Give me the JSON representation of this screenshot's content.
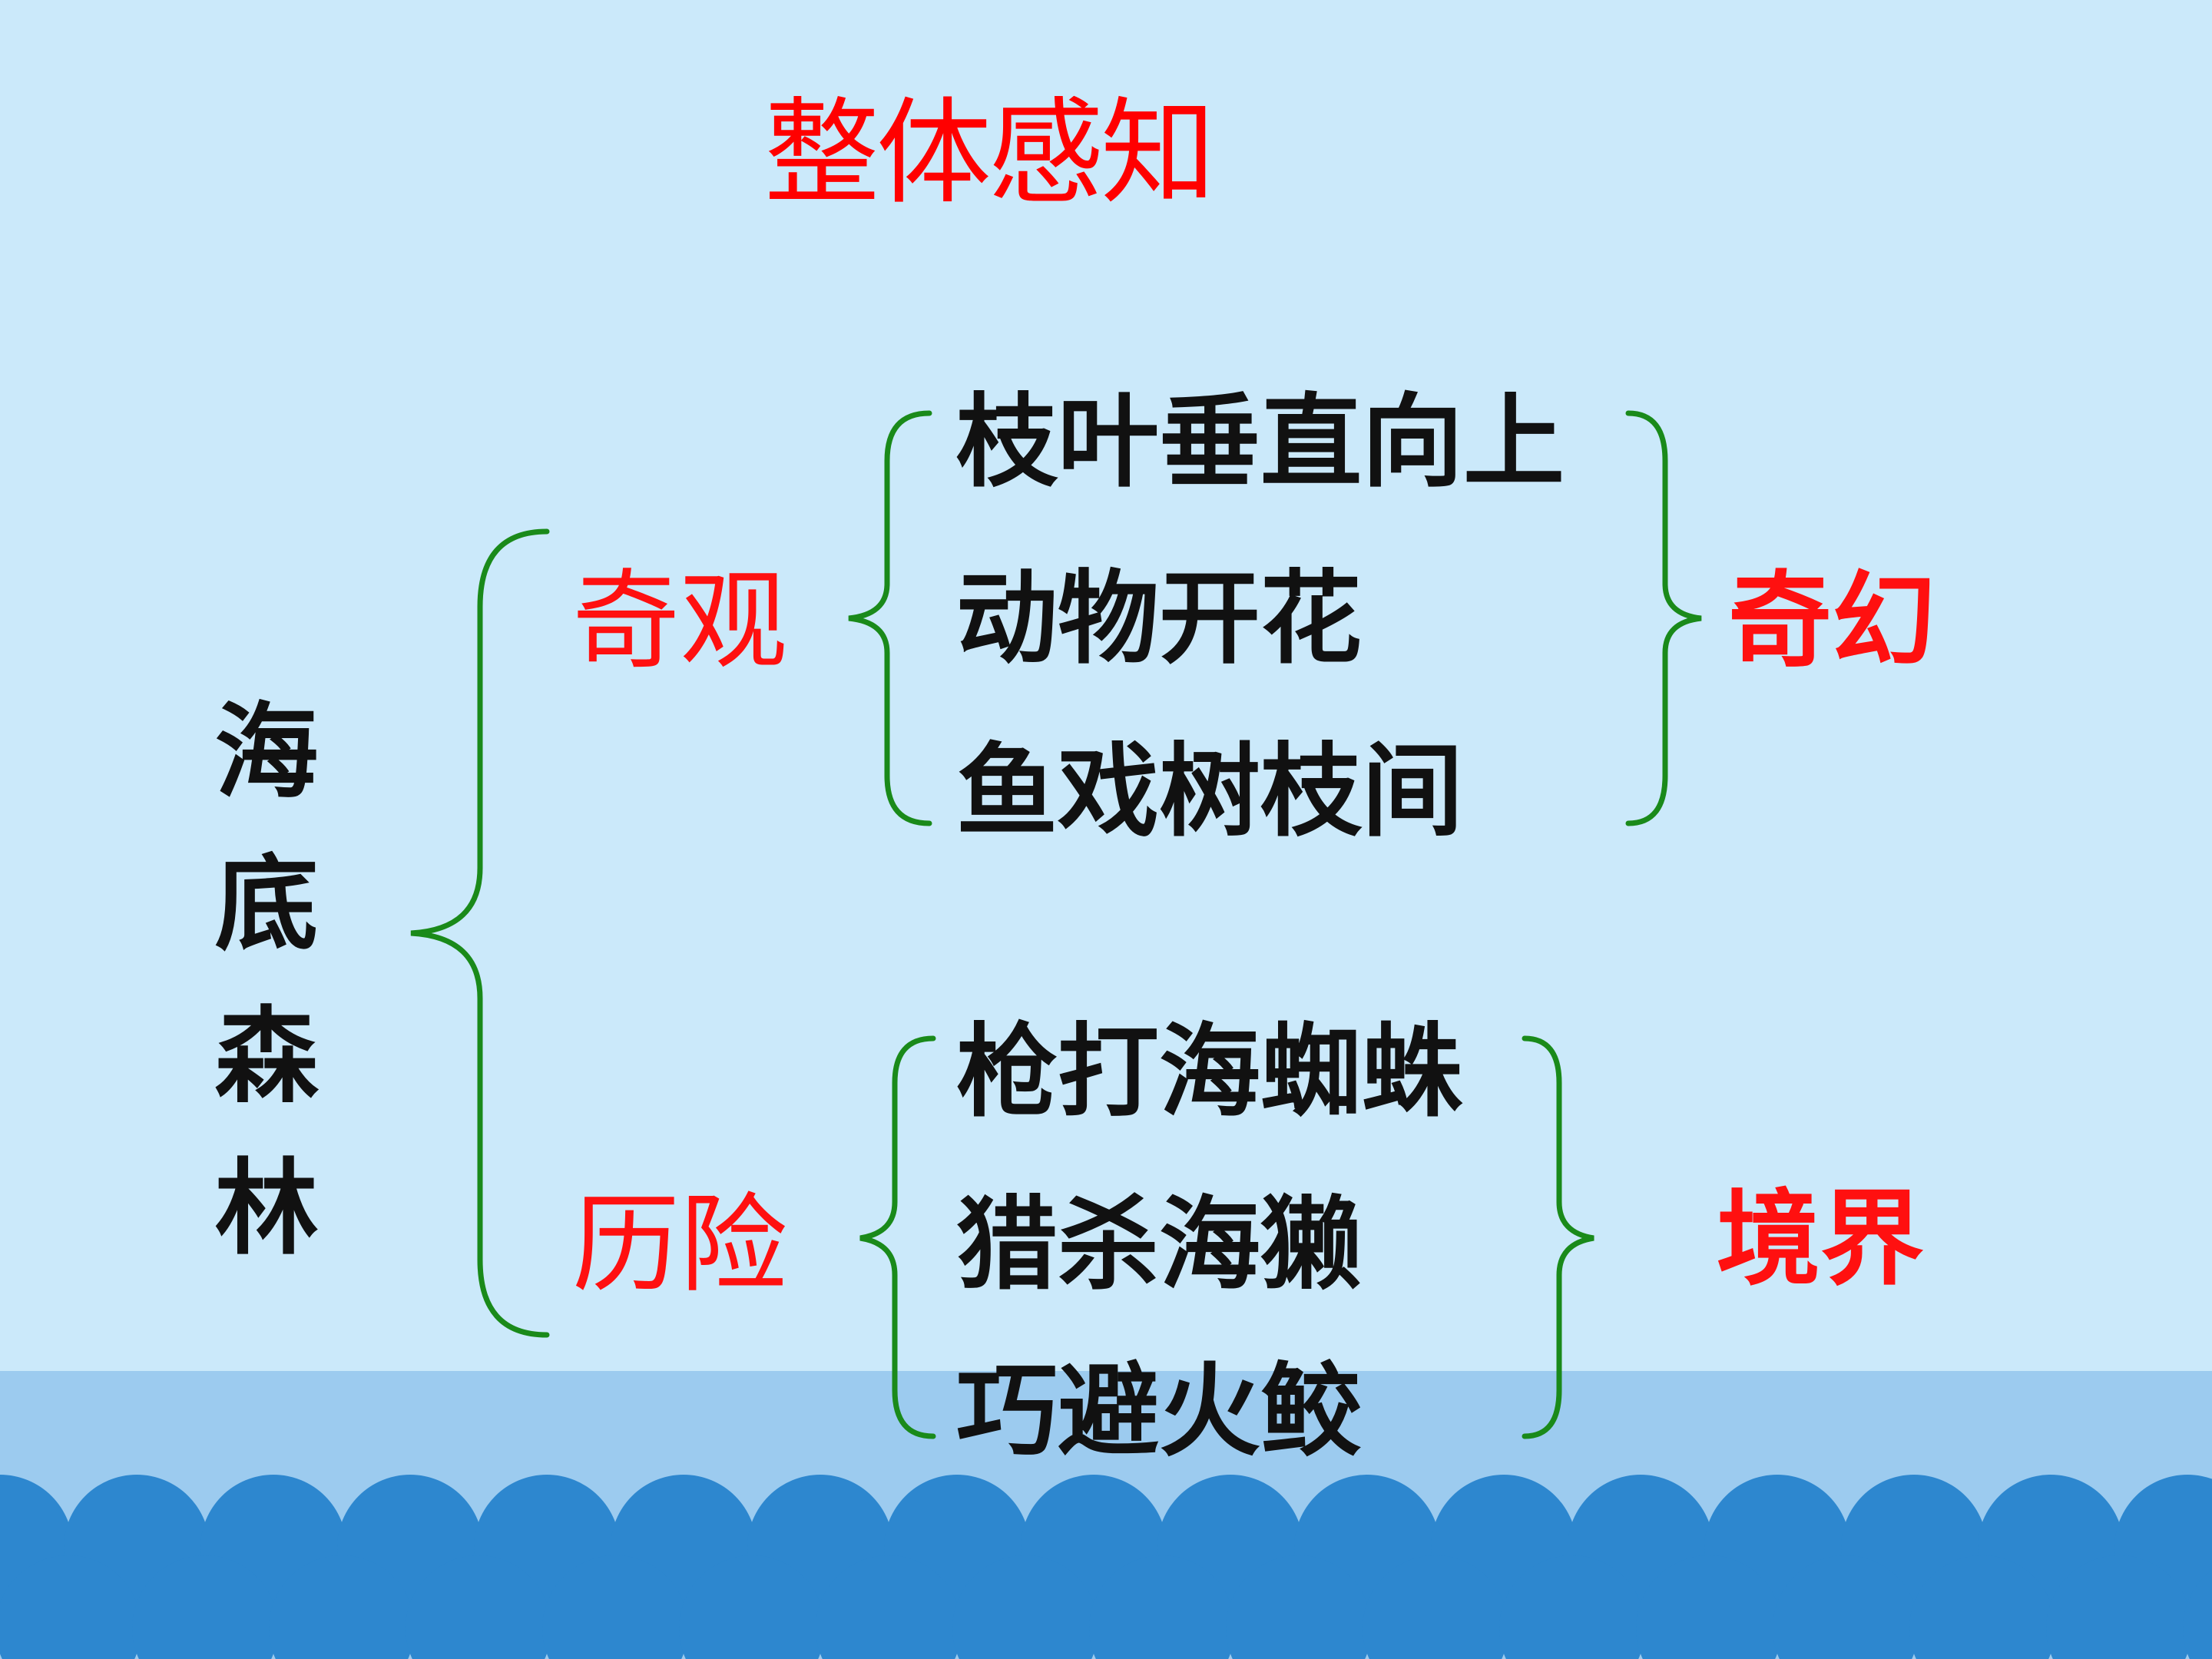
{
  "title": "整体感知",
  "root": "海底森林",
  "branches": [
    {
      "label": "奇观",
      "items": [
        "枝叶垂直向上",
        "动物开花",
        "鱼戏树枝间"
      ],
      "summary": "奇幻"
    },
    {
      "label": "历险",
      "items": [
        "枪打海蜘蛛",
        "猎杀海獭",
        "巧避火鲛"
      ],
      "summary": "境界"
    }
  ],
  "colors": {
    "background": "#cbe9fa",
    "title": "#ff0000",
    "label": "#ff1010",
    "brace": "#1a8a1a",
    "wave": "#2d87cf",
    "text": "#111111"
  }
}
